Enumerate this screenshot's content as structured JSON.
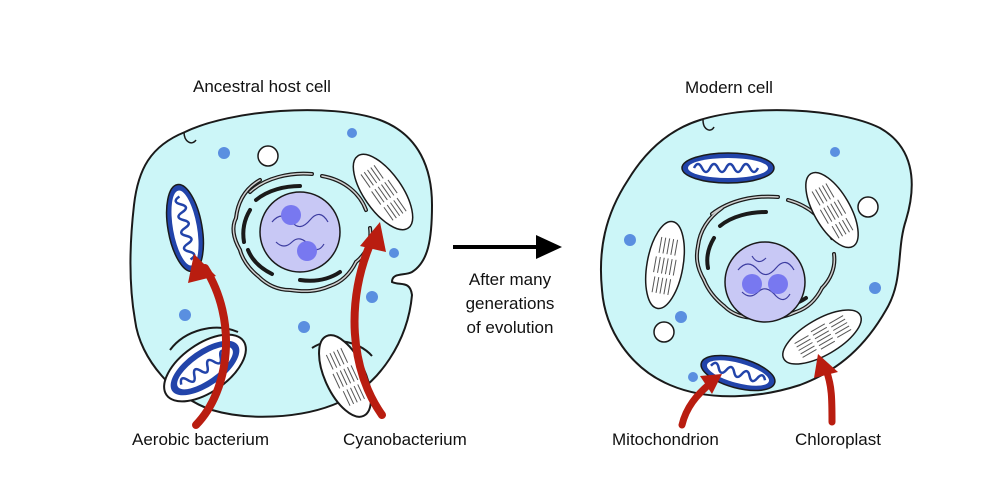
{
  "titles": {
    "left": "Ancestral host cell",
    "right": "Modern cell"
  },
  "transition": {
    "lines": [
      "After many",
      "generations",
      "of evolution"
    ]
  },
  "labels": {
    "aerobic": "Aerobic bacterium",
    "cyano": "Cyanobacterium",
    "mito": "Mitochondrion",
    "chloro": "Chloroplast"
  },
  "colors": {
    "cytoplasm": "#ccf6f8",
    "outline": "#1a1a1a",
    "nucleus": "#c8c8f5",
    "nucleolus": "#7878f0",
    "mitochondrion": "#2244aa",
    "ribosome": "#5a8fe0",
    "arrow_red": "#b91d10",
    "arrow_black": "#000000"
  },
  "icons": {
    "process_arrow": "right-arrow-icon",
    "uptake_arrow": "curved-red-arrow-icon"
  }
}
